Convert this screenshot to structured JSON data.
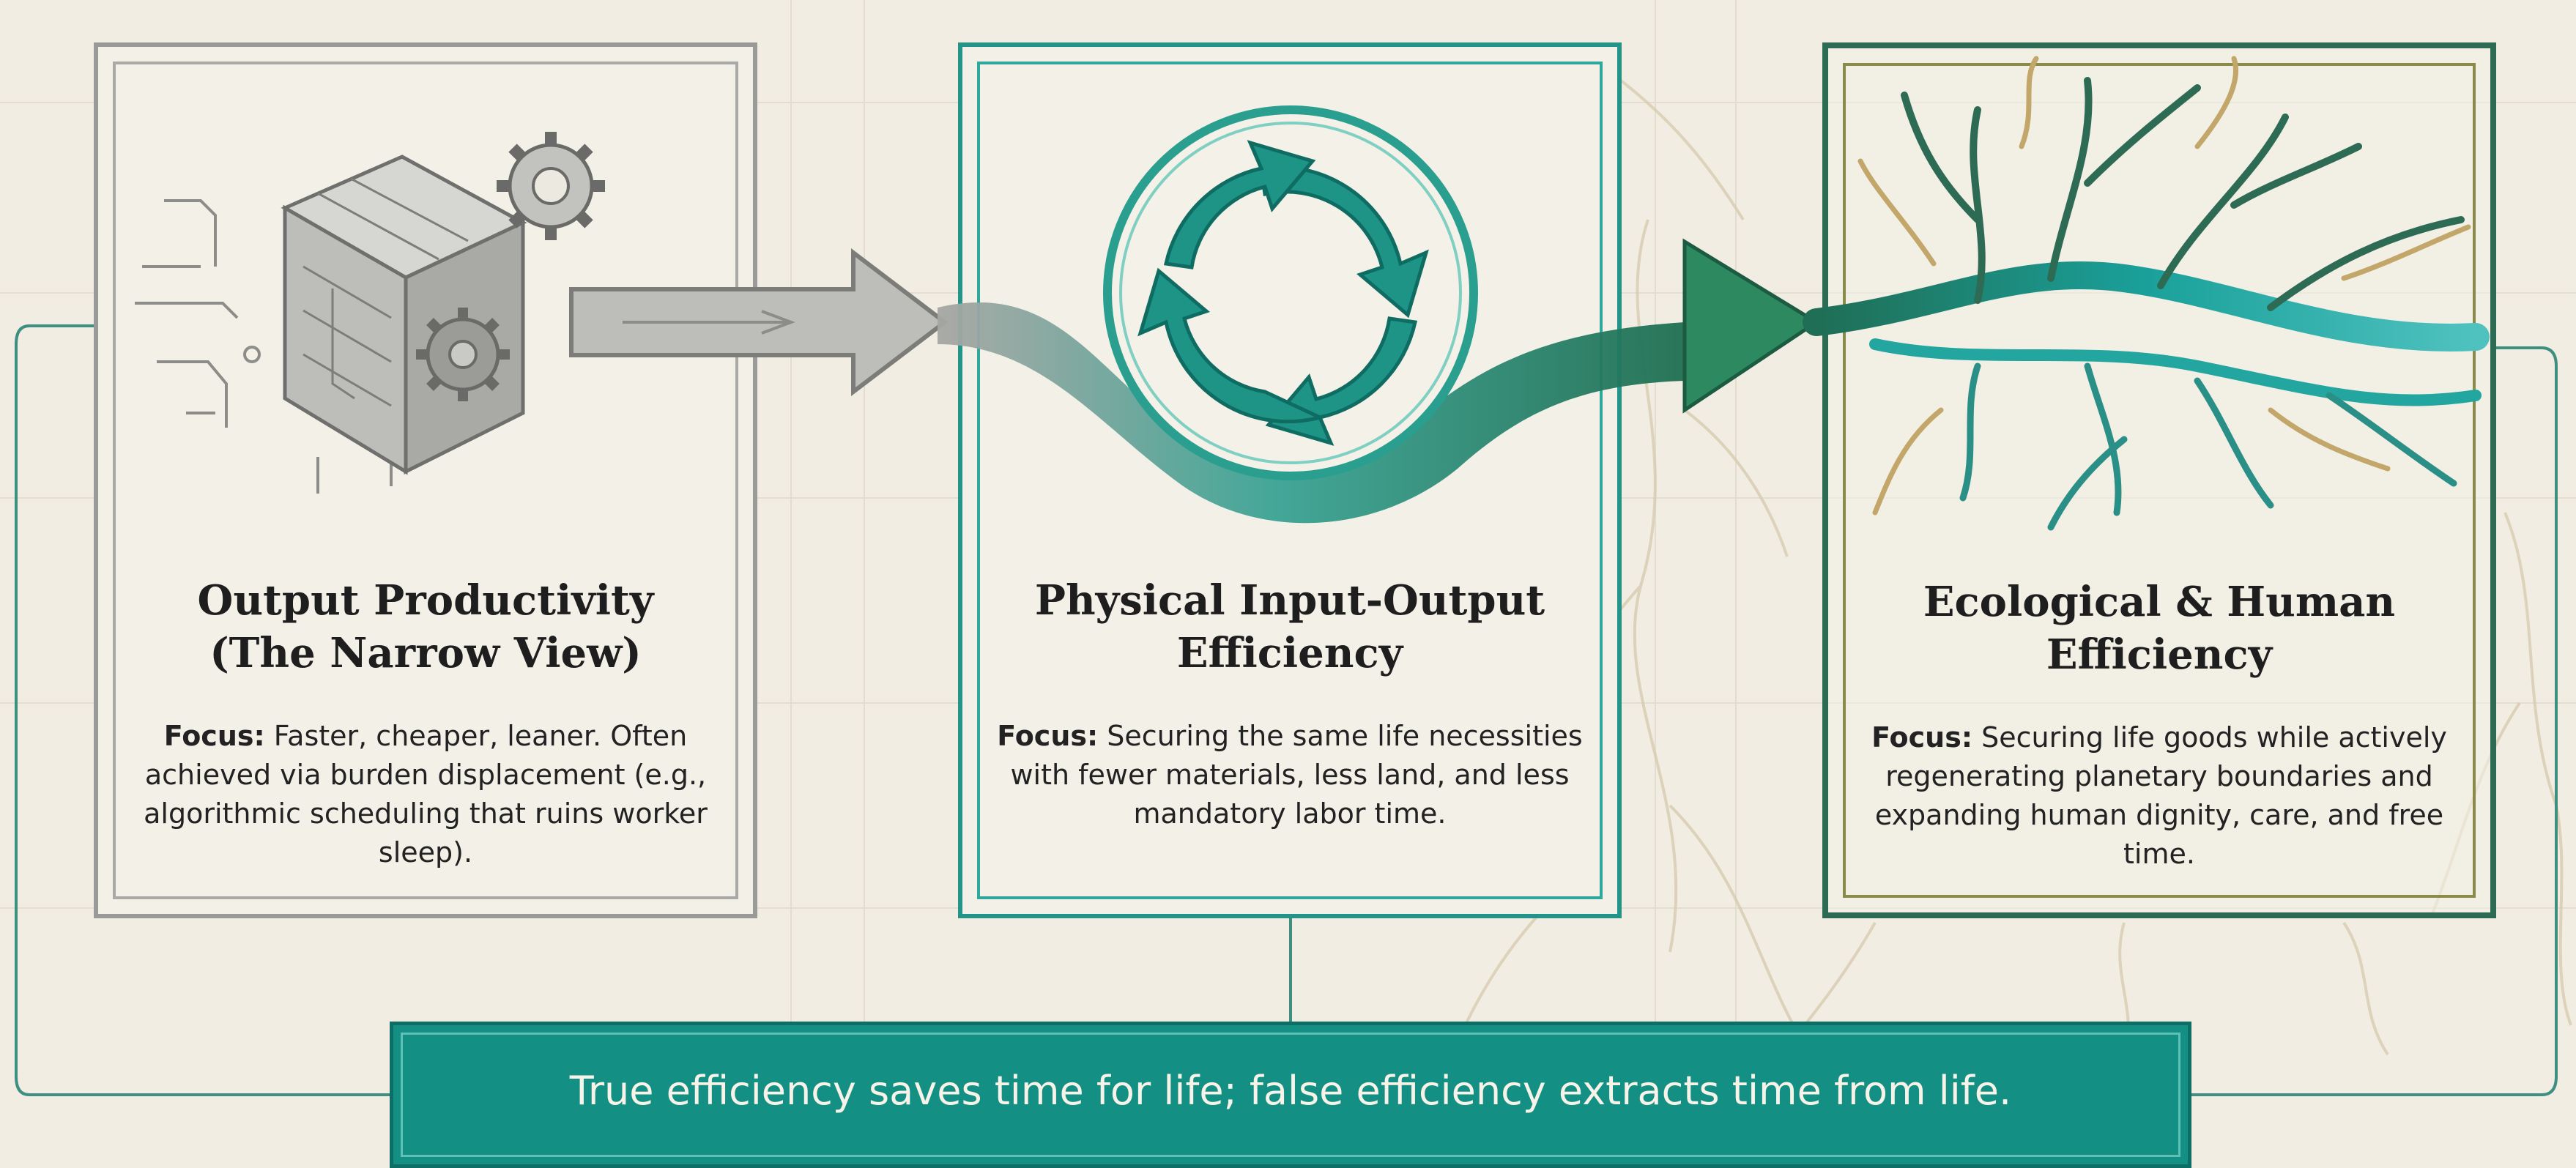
{
  "panels": [
    {
      "title": "Output Productivity\n(The Narrow View)",
      "focus_label": "Focus:",
      "focus_text": "Faster, cheaper, leaner. Often achieved via burden displacement (e.g., algorithmic scheduling that ruins worker sleep).",
      "icon": "gear-box-icon"
    },
    {
      "title": "Physical Input-Output\nEfficiency",
      "focus_label": "Focus:",
      "focus_text": "Securing the same life necessities with fewer materials, less land, and less mandatory labor time.",
      "icon": "recycle-arrows-icon"
    },
    {
      "title": "Ecological & Human\nEfficiency",
      "focus_label": "Focus:",
      "focus_text": "Securing life goods while actively regenerating planetary boundaries and expanding human dignity, care, and free time.",
      "icon": "branching-roots-icon"
    }
  ],
  "banner": {
    "text": "True efficiency saves time for life; false efficiency extracts time from life."
  },
  "colors": {
    "background": "#f1ede2",
    "gray": "#9a9a98",
    "teal": "#22948a",
    "green": "#2e6b55",
    "banner": "#138f84"
  }
}
